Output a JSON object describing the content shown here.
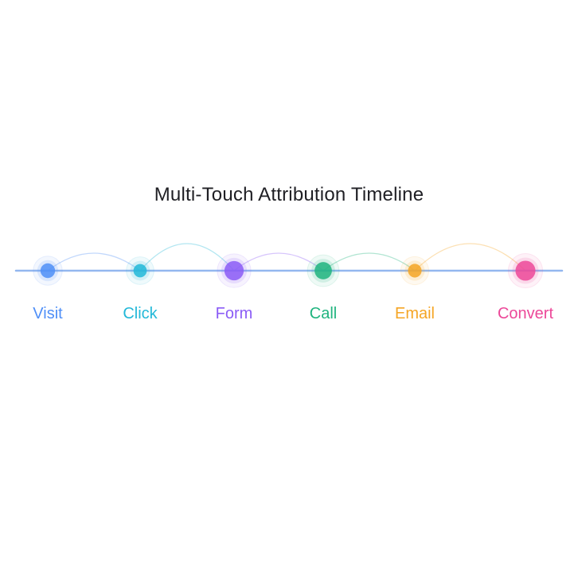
{
  "title": "Multi-Touch Attribution Timeline",
  "steps": [
    {
      "label": "Visit",
      "color": "#4f8ff7",
      "weight": 2
    },
    {
      "label": "Click",
      "color": "#22b8d8",
      "weight": 1.6
    },
    {
      "label": "Form",
      "color": "#8b5cf6",
      "weight": 3.4
    },
    {
      "label": "Call",
      "color": "#20b47f",
      "weight": 2.8
    },
    {
      "label": "Email",
      "color": "#f5a524",
      "weight": 1.7
    },
    {
      "label": "Convert",
      "color": "#ec4899",
      "weight": 3.6
    }
  ],
  "colors": {
    "axis": "#93b7ef",
    "title": "#1f1f24"
  }
}
